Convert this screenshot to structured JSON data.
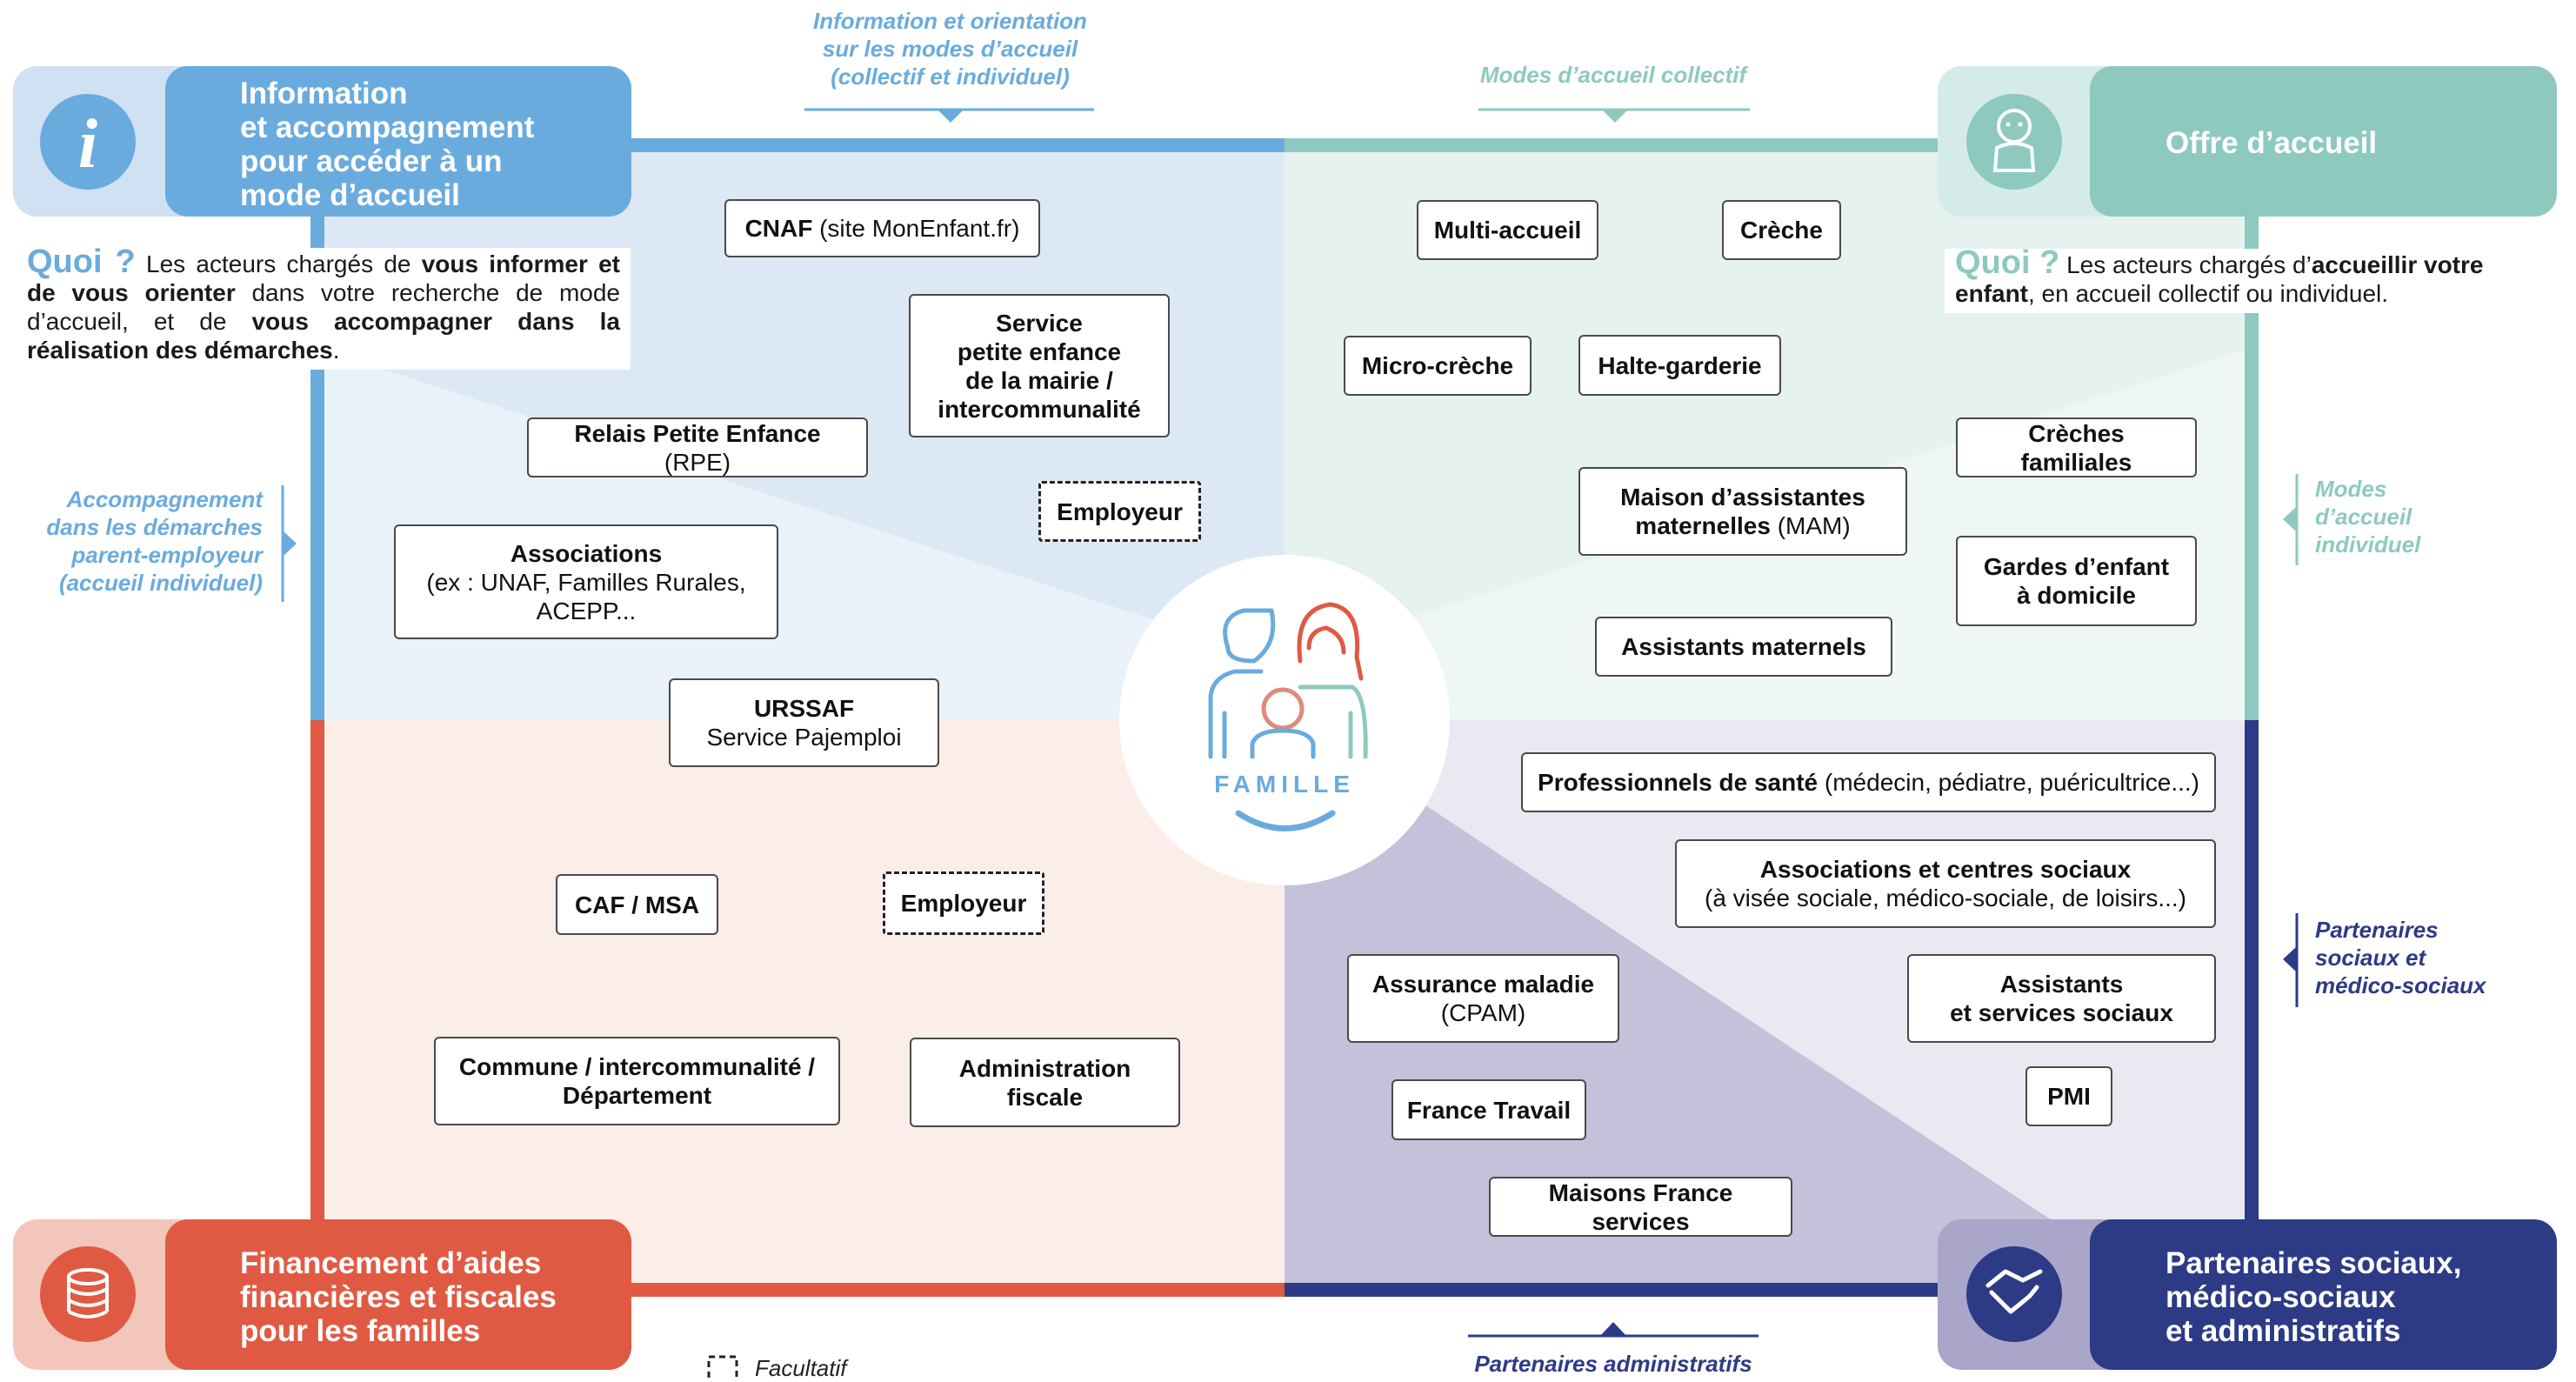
{
  "colors": {
    "blue": "#6aabde",
    "teal": "#8ec9c0",
    "red": "#e05a43",
    "navy": "#2d3a85",
    "zone_blue": "#dce9f5",
    "zone_teal": "#e6f2ef",
    "zone_red": "#fbede8",
    "zone_navy": "#cbc8dd"
  },
  "icons": {
    "info": "info-icon",
    "baby": "baby-icon",
    "coins": "coins-icon",
    "handshake": "handshake-icon",
    "family": "family-icon"
  },
  "banners": {
    "info": "Information\net accompagnement\npour accéder à un\nmode d’accueil",
    "offre": "Offre d’accueil",
    "financement": "Financement d’aides\nfinancières et fiscales\npour les familles",
    "partenaires": "Partenaires sociaux,\nmédico-sociaux\net administratifs"
  },
  "quoi_left": {
    "q": "Quoi ?",
    "t1": " Les acteurs chargés de ",
    "b1": "vous informer et de vous orienter",
    "t2": " dans votre recherche de mode d’accueil, et de ",
    "b2": "vous accompagner dans la réalisation des démarches",
    "t3": "."
  },
  "quoi_right": {
    "q": "Quoi ?",
    "t1": " Les acteurs chargés d’",
    "b1": "accueillir votre enfant",
    "t2": ", en accueil collectif ou individuel."
  },
  "labels": {
    "top_left": "Information et orientation\nsur les modes d’accueil\n(collectif et individuel)",
    "top_right": "Modes d’accueil collectif",
    "left": "Accompagnement\ndans les démarches\nparent-employeur\n(accueil individuel)",
    "right_top": "Modes\nd’accueil\nindividuel",
    "right_bottom": "Partenaires\nsociaux et\nmédico-sociaux",
    "bottom_right": "Partenaires administratifs",
    "legend": "Facultatif"
  },
  "center": {
    "label": "FAMILLE"
  },
  "boxes": {
    "cnaf_b": "CNAF",
    "cnaf_t": " (site MonEnfant.fr)",
    "service": "Service\npetite enfance\nde la mairie /\nintercommunalité",
    "rpe_b": "Relais Petite Enfance",
    "rpe_t": " (RPE)",
    "employeur": "Employeur",
    "assoc_b": "Associations",
    "assoc_t": "(ex : UNAF, Familles Rurales,\nACEPP...",
    "urssaf_b": "URSSAF",
    "urssaf_t": "Service Pajemploi",
    "multi": "Multi-accueil",
    "creche": "Crèche",
    "micro": "Micro-crèche",
    "halte": "Halte-garderie",
    "familiales": "Crèches familiales",
    "mam_b": "Maison d’assistantes\nmaternelles",
    "mam_t": " (MAM)",
    "gardes": "Gardes d’enfant\nà domicile",
    "assmat": "Assistants maternels",
    "sante_b": "Professionnels de santé",
    "sante_t": "  (médecin, pédiatre, puéricultrice...)",
    "centres_b": "Associations et centres sociaux",
    "centres_t": "(à visée sociale, médico-sociale,  de loisirs...)",
    "cpam_b": "Assurance maladie",
    "cpam_t": "(CPAM)",
    "services_sociaux": "Assistants\net services sociaux",
    "pmi": "PMI",
    "travail": "France Travail",
    "mfs": "Maisons France services",
    "caf": "CAF / MSA",
    "employeur2": "Employeur",
    "commune": "Commune / intercommunalité /\nDépartement",
    "fiscale": "Administration\nfiscale"
  }
}
